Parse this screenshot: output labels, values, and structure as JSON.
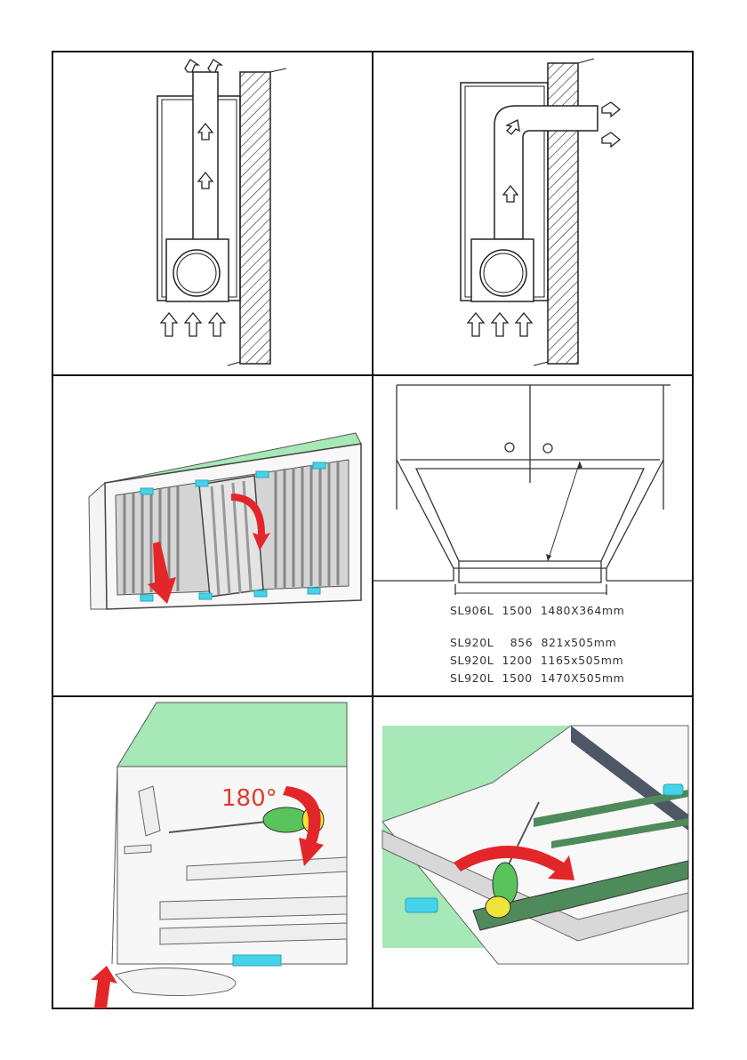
{
  "panels": {
    "angle_label": "180°",
    "specs": [
      {
        "model": "SL906L",
        "width": "1500",
        "size": "1480X364mm"
      },
      {
        "model": "SL920L",
        "width": "856",
        "size": "821x505mm"
      },
      {
        "model": "SL920L",
        "width": "1200",
        "size": "1165x505mm"
      },
      {
        "model": "SL920L",
        "width": "1500",
        "size": "1470X505mm"
      }
    ]
  },
  "colors": {
    "green": "#a6e8b6",
    "red": "#e3262a",
    "cyan": "#45d3ea",
    "yellow": "#f0e33a"
  }
}
